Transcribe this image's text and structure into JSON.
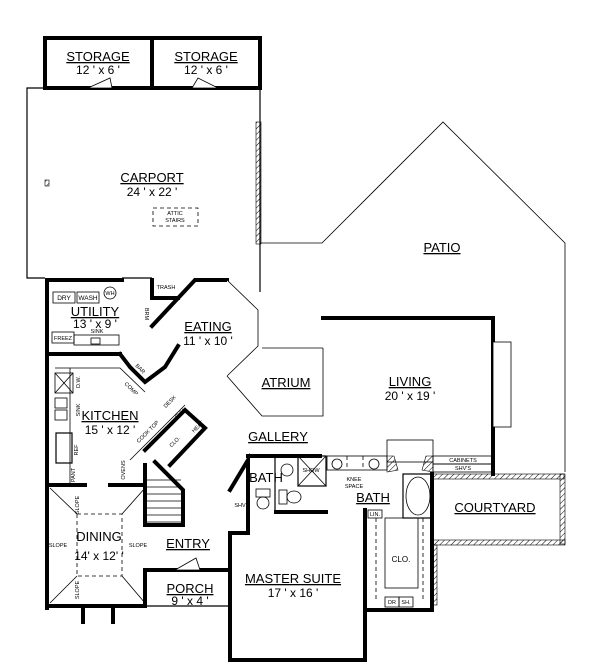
{
  "plan": {
    "type": "residential floor plan",
    "line_color": "#000000",
    "background": "#ffffff"
  },
  "rooms": {
    "storage_left": {
      "label": "STORAGE",
      "dims": "12 ' x 6 '"
    },
    "storage_right": {
      "label": "STORAGE",
      "dims": "12 ' x 6 '"
    },
    "carport": {
      "label": "CARPORT",
      "dims": "24 ' x 22 '",
      "note": [
        "ATTIC",
        "STAIRS"
      ]
    },
    "patio": {
      "label": "PATIO"
    },
    "utility": {
      "label": "UTILITY",
      "dims": "13 ' x 9 '"
    },
    "eating": {
      "label": "EATING",
      "dims": "11 ' x 10 '"
    },
    "atrium": {
      "label": "ATRIUM"
    },
    "living": {
      "label": "LIVING",
      "dims": "20 ' x 19 '"
    },
    "kitchen": {
      "label": "KITCHEN",
      "dims": "15 ' x 12 '"
    },
    "gallery": {
      "label": "GALLERY"
    },
    "bath_hall": {
      "label": "BATH"
    },
    "bath_master": {
      "label": "BATH"
    },
    "courtyard": {
      "label": "COURTYARD"
    },
    "dining": {
      "label": "DINING",
      "dims": "14' x 12' '"
    },
    "entry": {
      "label": "ENTRY"
    },
    "porch": {
      "label": "PORCH",
      "dims": "9 ' x 4 '"
    },
    "master_suite": {
      "label": "MASTER SUITE",
      "dims": "17 ' x 16 '"
    },
    "master_closet": {
      "label": "CLO."
    }
  },
  "fixtures": {
    "dry": "DRY",
    "wash": "WASH",
    "wh": "WH",
    "sink_utility": "SINK",
    "freez": "FREEZ",
    "trash": "TRASH",
    "brm": "BRM",
    "bar": "BAR",
    "comp": "COMP",
    "dw": "D.W.",
    "sink_kitchen": "SINK",
    "ref": "REF",
    "pant": "PANT",
    "ovens": "OVENS",
    "cook_top": "COOK TOP",
    "desk": "DESK",
    "shv_kitchen": "SHV",
    "clo_hall": "CLO.",
    "heat_a_air": [
      "HEAT",
      "& AIR"
    ],
    "show": "SHOW",
    "shv_bath": "SHV",
    "knee_space": [
      "KNEE",
      "SPACE"
    ],
    "cabinets": "CABINETS",
    "shvs": "SHV'S",
    "lin": "LIN.",
    "dr": "DR",
    "sh": "SH."
  },
  "slopes": {
    "label": "SLOPE",
    "count": 4
  }
}
